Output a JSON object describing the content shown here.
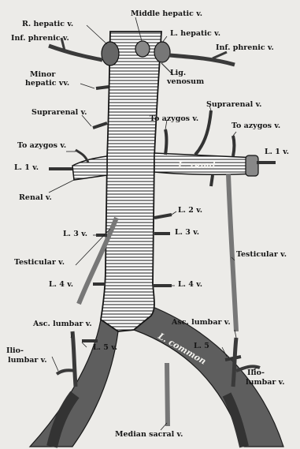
{
  "labels": {
    "middle_hepatic": "Middle hepatic v.",
    "r_hepatic": "R. hepatic v.",
    "l_hepatic": "L. hepatic v.",
    "inf_phrenic_left": "Inf. phrenic v.",
    "inf_phrenic_right": "Inf. phrenic v.",
    "minor_hepatic_1": "Minor",
    "minor_hepatic_2": "hepatic vv.",
    "lig_venosum_1": "Lig.",
    "lig_venosum_2": "venosum",
    "suprarenal_right": "Suprarenal v.",
    "suprarenal_left": "Suprarenal v.",
    "to_azygos_center": "To azygos v.",
    "to_azygos_left": "To azygos v.",
    "to_azygos_right": "To azygos v.",
    "l1_left": "L. 1 v.",
    "l1_right": "L. 1 v.",
    "renal_right": "Renal v.",
    "l2": "L. 2 v.",
    "l3_left": "L. 3 v.",
    "l3_right": "L. 3 v.",
    "testicular_left": "Testicular v.",
    "testicular_right": "Testicular v.",
    "l4_left": "L. 4 v.",
    "l4_right": "L. 4 v.",
    "asc_lumbar_left": "Asc. lumbar v.",
    "asc_lumbar_right": "Asc. lumbar v.",
    "ilio_lumbar_left_1": "Ilio-",
    "ilio_lumbar_left_2": "lumbar v.",
    "ilio_lumbar_right_1": "Ilio-",
    "ilio_lumbar_right_2": "lumbar v.",
    "l5_left": "L. 5 v.",
    "l5_right": "L. 5",
    "median_sacral": "Median sacral v.",
    "vessel_renal": "L. renal",
    "vessel_common": "L. common"
  }
}
